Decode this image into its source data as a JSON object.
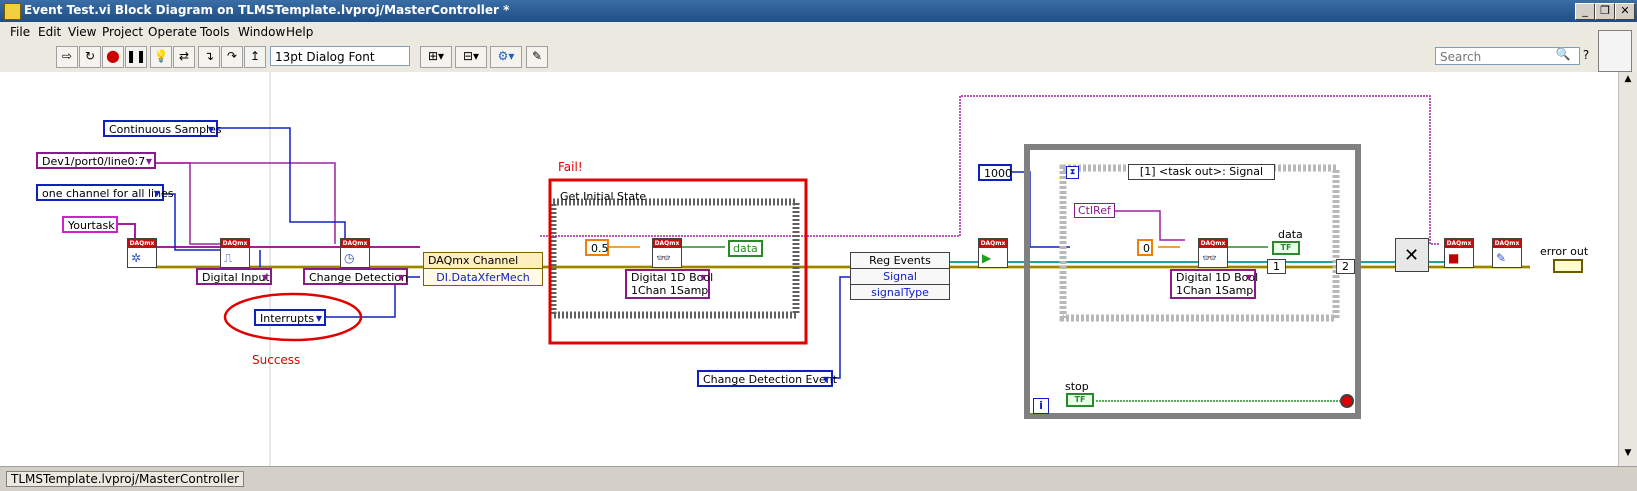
{
  "window": {
    "title": "Event Test.vi Block Diagram on TLMSTemplate.lvproj/MasterController *",
    "minimize": "_",
    "restore": "❐",
    "close": "✕"
  },
  "menu": [
    "File",
    "Edit",
    "View",
    "Project",
    "Operate",
    "Tools",
    "Window",
    "Help"
  ],
  "toolbar": {
    "font": "13pt Dialog Font",
    "search_placeholder": "Search"
  },
  "diagram": {
    "constants": {
      "continuous_samples": "Continuous Samples",
      "device": "Dev1/port0/line0:7",
      "one_channel": "one channel for all lines",
      "yourtask": "Yourtask",
      "digital_input": "Digital Input",
      "change_detection": "Change Detection",
      "interrupts": "Interrupts",
      "change_detection_event": "Change Detection Event",
      "timeout": "1000",
      "half": "0.5",
      "zero": "0"
    },
    "property_node": {
      "title": "DAQmx Channel",
      "property": "DI.DataXferMech"
    },
    "annotations": {
      "fail": "Fail!",
      "success": "Success"
    },
    "sequence": {
      "label": "Get Initial State",
      "read_poly": "Digital 1D Bool\n1Chan 1Samp",
      "indicator": "data"
    },
    "reg_events": {
      "title": "Reg Events",
      "event": "Signal",
      "field": "signalType"
    },
    "event_structure": {
      "case": "[1] <task out>: Signal",
      "ctlref": "CtlRef",
      "data_label": "data",
      "read_poly": "Digital 1D Bool\n1Chan 1Samp",
      "index1": "1",
      "index2": "2"
    },
    "while_loop": {
      "stop": "stop",
      "iter": "i"
    },
    "error_out": "error out",
    "tf": "TF",
    "daqmx": "DAQmx"
  },
  "status": {
    "context": "TLMSTemplate.lvproj/MasterController"
  }
}
